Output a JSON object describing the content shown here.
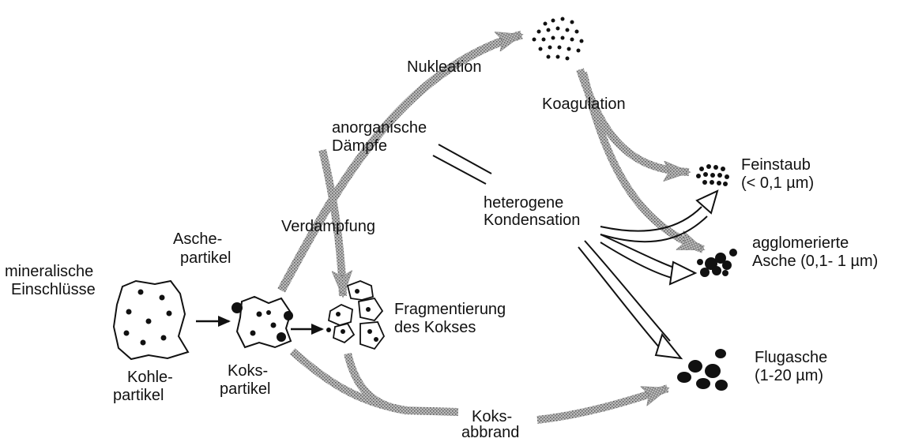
{
  "labels": {
    "nukleation": "Nukleation",
    "koagulation": "Koagulation",
    "anorganische": "anorganische",
    "daempfe": "Dämpfe",
    "heterogene": "heterogene",
    "kondensation": "Kondensation",
    "verdampfung": "Verdampfung",
    "asche1": "Asche-",
    "asche2": "partikel",
    "mineral1": "mineralische",
    "mineral2": "Einschlüsse",
    "fragment1": "Fragmentierung",
    "fragment2": "des Kokses",
    "kohle1": "Kohle-",
    "kohle2": "partikel",
    "koks1": "Koks-",
    "koks2": "partikel",
    "koksab1": "Koks-",
    "koksab2": "abbrand",
    "feinstaub1": "Feinstaub",
    "feinstaub2": "(< 0,1 µm)",
    "agglo1": "agglomerierte",
    "agglo2": "Asche (0,1- 1 µm)",
    "flug1": "Flugasche",
    "flug2": "(1-20 µm)"
  },
  "colors": {
    "ink": "#111111",
    "shaded_arrow": "#9a9a9a",
    "background": "#ffffff"
  }
}
